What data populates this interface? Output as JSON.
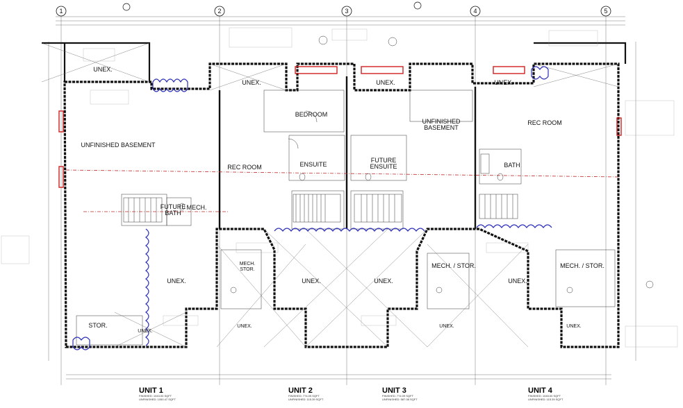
{
  "drawing": {
    "grid_labels": [
      "1",
      "2",
      "3",
      "4",
      "5"
    ],
    "units": [
      {
        "title": "UNIT 1",
        "sub1": "FINISHED: 1043.00 SQFT",
        "sub2": "UNFINISHED: 1050.47 SQFT"
      },
      {
        "title": "UNIT 2",
        "sub1": "FINISHED: 774.09 SQFT",
        "sub2": "UNFINISHED: 115.39 SQFT"
      },
      {
        "title": "UNIT 3",
        "sub1": "FINISHED: 774.09 SQFT",
        "sub2": "UNFINISHED: 587.08 SQFT"
      },
      {
        "title": "UNIT 4",
        "sub1": "FINISHED: 1045.00 SQFT",
        "sub2": "UNFINISHED: 115.39 SQFT"
      }
    ],
    "rooms": {
      "unex_top_left": "UNEX.",
      "unex_u2_top": "UNEX.",
      "unex_u3_top": "UNEX.",
      "unex_u4_top": "UNEX.",
      "unfinished_basement_1": "UNFINISHED BASEMENT",
      "rec_room_2": "REC ROOM",
      "bedroom_2": "BEDROOM",
      "ensuite_2": "ENSUITE",
      "future_ensuite_3": "FUTURE",
      "future_ensuite_3b": "ENSUITE",
      "unfinished_basement_3a": "UNFINISHED",
      "unfinished_basement_3b": "BASEMENT",
      "rec_room_4": "REC ROOM",
      "bath_4": "BATH",
      "future_bath_1a": "FUTURE",
      "future_bath_1b": "BATH",
      "mech_1": "MECH.",
      "mech_stor_2a": "MECH.",
      "mech_stor_2b": "STOR.",
      "mech_stor_3": "MECH. / STOR.",
      "mech_stor_4": "MECH. / STOR.",
      "stor_1": "STOR.",
      "garage_unex_1": "UNEX.",
      "garage_unex_2": "UNEX.",
      "garage_unex_3": "UNEX.",
      "garage_unex_4": "UNEX.",
      "unex_small_1": "UNEX.",
      "unex_small_2": "UNEX.",
      "unex_small_3": "UNEX.",
      "unex_small_4": "UNEX."
    }
  }
}
